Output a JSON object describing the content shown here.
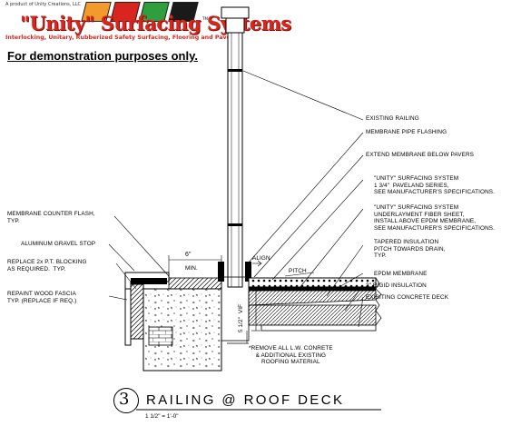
{
  "brand": {
    "small_line": "A product of Unity Creations, LLC",
    "title": "\"Unity\" Surfacing Systems",
    "tm": "TM",
    "tagline": "Interlocking, Unitary, Rubberized Safety Surfacing, Flooring and Pavers.",
    "colors": {
      "red": "#d8251d",
      "orange": "#f29a2e",
      "green": "#2e9e3e",
      "dark": "#1a1a1a"
    }
  },
  "notice": "For demonstration purposes only.",
  "labels_right": [
    "EXISTING RAILING",
    "MEMBRANE PIPE FLASHING",
    "EXTEND MEMBRANE BELOW PAVERS",
    "\"UNITY\" SURFACING SYSTEM\n1 3/4\"  PAVELAND SERIES,\nSEE MANUFACTURER'S SPECIFICATIONS.",
    "\"UNITY\" SURFACING SYSTEM\nUNDERLAYMENT FIBER SHEET,\nINSTALL ABOVE EPDM MEMBRANE,\nSEE MANUFACTURER'S SPECIFICATIONS.",
    "TAPERED INSULATION\nPITCH TOWARDS DRAIN,\nTYP.",
    "EPDM MEMBRANE",
    "3\" RIGID INSULATION",
    "EXISITING CONCRETE DECK"
  ],
  "labels_left": [
    "MEMBRANE COUNTER FLASH,\nTYP.",
    "ALUMINUM GRAVEL STOP",
    "REPLACE 2x P.T. BLOCKING\nAS REQUIRED.  TYP.",
    "REPAINT WOOD FASCIA\nTYP. (REPLACE IF REQ.)"
  ],
  "dimensions": {
    "six": "6\"",
    "min": "MIN.",
    "align": "ALIGN",
    "pitch": "PITCH",
    "vertical": "5 1/2\"  VIF"
  },
  "note": "*REMOVE ALL L.W. CONRETE\n& ADDITIONAL EXISTING\nROOFING MATERIAL",
  "title_block": {
    "number": "3",
    "title": "RAILING @ ROOF DECK",
    "scale": "1 1/2\" = 1'-0\""
  }
}
